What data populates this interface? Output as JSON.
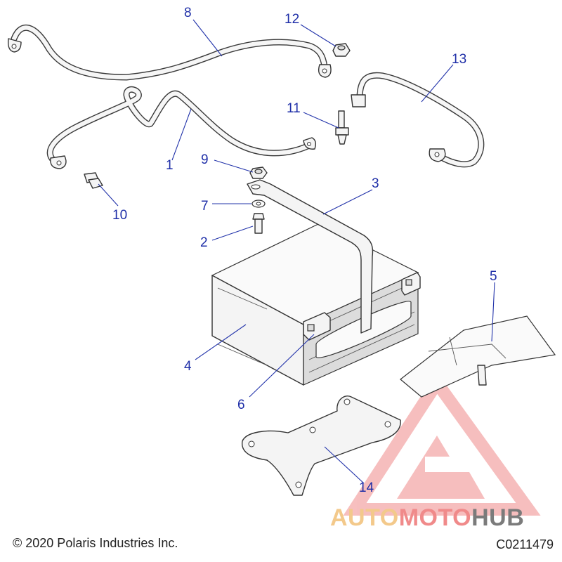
{
  "callouts": [
    {
      "id": "1",
      "label": "1"
    },
    {
      "id": "2",
      "label": "2"
    },
    {
      "id": "3",
      "label": "3"
    },
    {
      "id": "4",
      "label": "4"
    },
    {
      "id": "5",
      "label": "5"
    },
    {
      "id": "6",
      "label": "6"
    },
    {
      "id": "7",
      "label": "7"
    },
    {
      "id": "8",
      "label": "8"
    },
    {
      "id": "9",
      "label": "9"
    },
    {
      "id": "10",
      "label": "10"
    },
    {
      "id": "11",
      "label": "11"
    },
    {
      "id": "12",
      "label": "12"
    },
    {
      "id": "13",
      "label": "13"
    },
    {
      "id": "14",
      "label": "14"
    }
  ],
  "footer": {
    "copyright": "© 2020 Polaris Industries Inc.",
    "drawing_code": "C0211479"
  },
  "watermark": {
    "part1": "AUTO",
    "part2": "MOTO",
    "part3": "HUB",
    "colors": {
      "auto": "#f3c98b",
      "moto": "#f08a8a",
      "hub": "#7b7b7b",
      "logo": "#f08a8a"
    }
  },
  "colors": {
    "callout": "#1f2fa8",
    "line": "#333333"
  }
}
